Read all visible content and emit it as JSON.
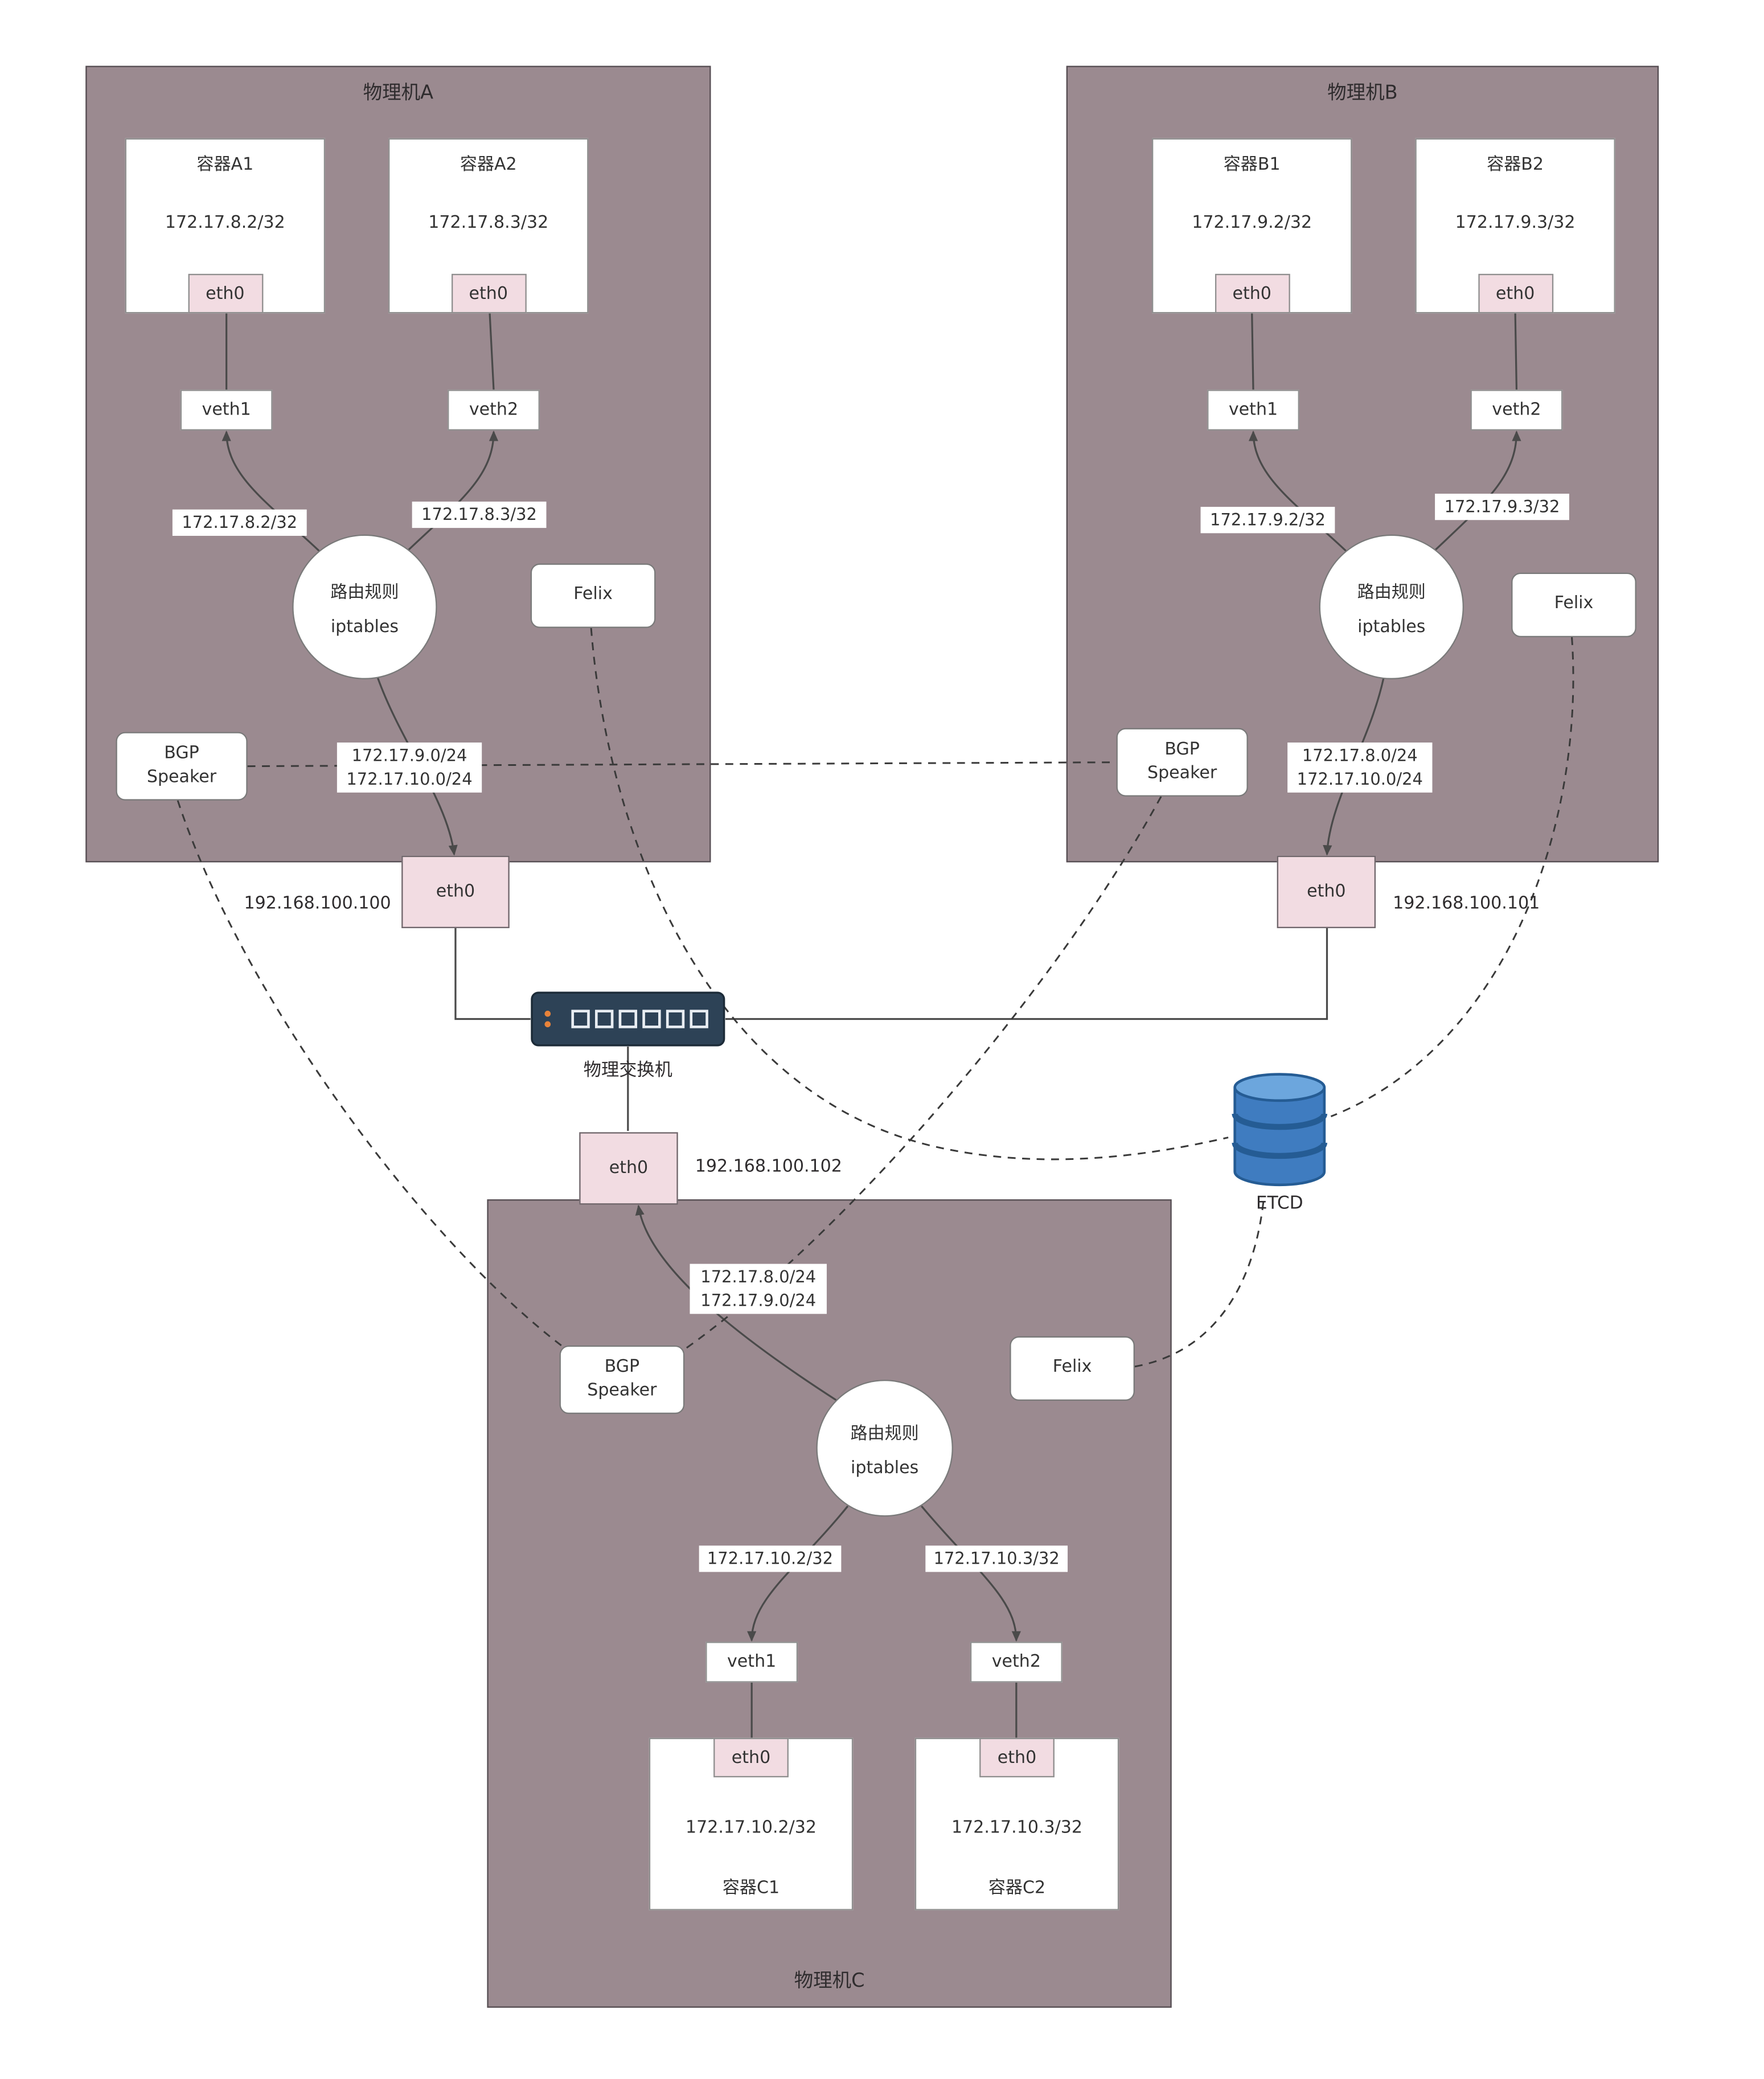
{
  "colors": {
    "machine_fill": "#9b8a90",
    "eth_fill": "#f2dce2",
    "switch_fill": "#2d4256",
    "etcd_blue": "#3f7cc0",
    "line": "#4a4a4a"
  },
  "machine_a": {
    "title": "物理机A",
    "container1": {
      "name": "容器A1",
      "ip": "172.17.8.2/32",
      "iface": "eth0"
    },
    "container2": {
      "name": "容器A2",
      "ip": "172.17.8.3/32",
      "iface": "eth0"
    },
    "veth1": "veth1",
    "veth2": "veth2",
    "route1": "172.17.8.2/32",
    "route2": "172.17.8.3/32",
    "router_line1": "路由规则",
    "router_line2": "iptables",
    "felix": "Felix",
    "bgp_line1": "BGP",
    "bgp_line2": "Speaker",
    "egress_line1": "172.17.9.0/24",
    "egress_line2": "172.17.10.0/24",
    "host_iface": "eth0",
    "host_ip": "192.168.100.100"
  },
  "machine_b": {
    "title": "物理机B",
    "container1": {
      "name": "容器B1",
      "ip": "172.17.9.2/32",
      "iface": "eth0"
    },
    "container2": {
      "name": "容器B2",
      "ip": "172.17.9.3/32",
      "iface": "eth0"
    },
    "veth1": "veth1",
    "veth2": "veth2",
    "route1": "172.17.9.2/32",
    "route2": "172.17.9.3/32",
    "router_line1": "路由规则",
    "router_line2": "iptables",
    "felix": "Felix",
    "bgp_line1": "BGP",
    "bgp_line2": "Speaker",
    "egress_line1": "172.17.8.0/24",
    "egress_line2": "172.17.10.0/24",
    "host_iface": "eth0",
    "host_ip": "192.168.100.101"
  },
  "machine_c": {
    "title": "物理机C",
    "container1": {
      "name": "容器C1",
      "ip": "172.17.10.2/32",
      "iface": "eth0"
    },
    "container2": {
      "name": "容器C2",
      "ip": "172.17.10.3/32",
      "iface": "eth0"
    },
    "veth1": "veth1",
    "veth2": "veth2",
    "route1": "172.17.10.2/32",
    "route2": "172.17.10.3/32",
    "router_line1": "路由规则",
    "router_line2": "iptables",
    "felix": "Felix",
    "bgp_line1": "BGP",
    "bgp_line2": "Speaker",
    "ingress_line1": "172.17.8.0/24",
    "ingress_line2": "172.17.9.0/24",
    "host_iface": "eth0",
    "host_ip": "192.168.100.102"
  },
  "switch": {
    "label": "物理交换机"
  },
  "etcd": {
    "label": "ETCD"
  }
}
